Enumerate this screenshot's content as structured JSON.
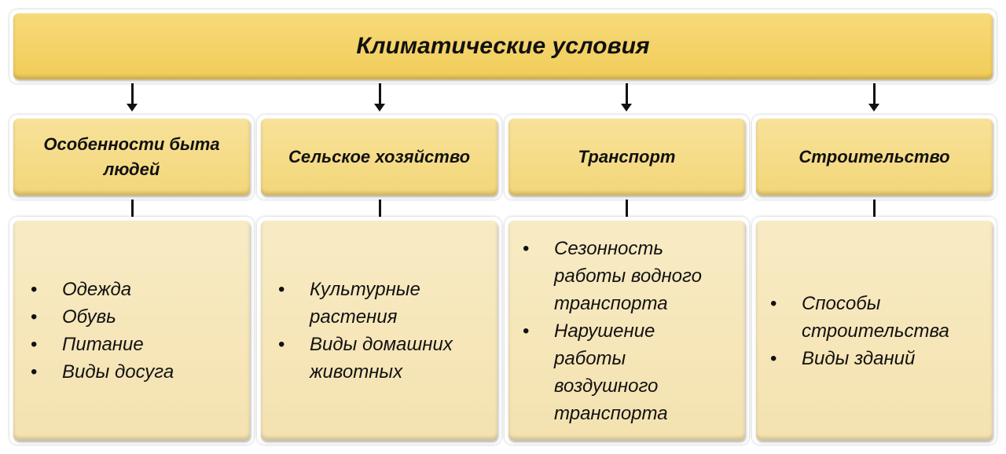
{
  "title": "Климатические условия",
  "categories": [
    {
      "label": "Особенности быта людей",
      "items": [
        "Одежда",
        "Обувь",
        "Питание",
        "Виды досуга"
      ]
    },
    {
      "label": "Сельское хозяйство",
      "items": [
        "Культурные растения",
        "Виды домашних животных"
      ]
    },
    {
      "label": "Транспорт",
      "items": [
        "Сезонность работы водного транспорта",
        "Нарушение работы воздушного транспорта"
      ]
    },
    {
      "label": "Строительство",
      "items": [
        "Способы строительства",
        "Виды зданий"
      ]
    }
  ]
}
